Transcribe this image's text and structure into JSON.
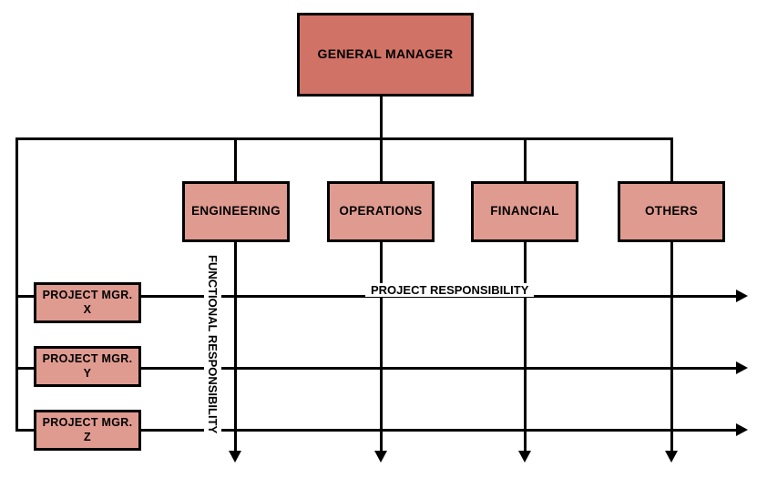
{
  "diagram": {
    "type": "matrix-organization-chart",
    "title_visible": false,
    "colors": {
      "executive_fill": "#d17266",
      "node_fill": "#e09b90",
      "stroke": "#000000",
      "background": "#ffffff"
    },
    "executive": {
      "label": "GENERAL MANAGER"
    },
    "departments": [
      {
        "label": "ENGINEERING"
      },
      {
        "label": "OPERATIONS"
      },
      {
        "label": "FINANCIAL"
      },
      {
        "label": "OTHERS"
      }
    ],
    "project_managers": [
      {
        "line1": "PROJECT MGR.",
        "line2": "X"
      },
      {
        "line1": "PROJECT MGR.",
        "line2": "Y"
      },
      {
        "line1": "PROJECT MGR.",
        "line2": "Z"
      }
    ],
    "axes": {
      "vertical_label": "FUNCTIONAL RESPONSIBILITY",
      "horizontal_label": "PROJECT RESPONSIBILITY"
    }
  }
}
